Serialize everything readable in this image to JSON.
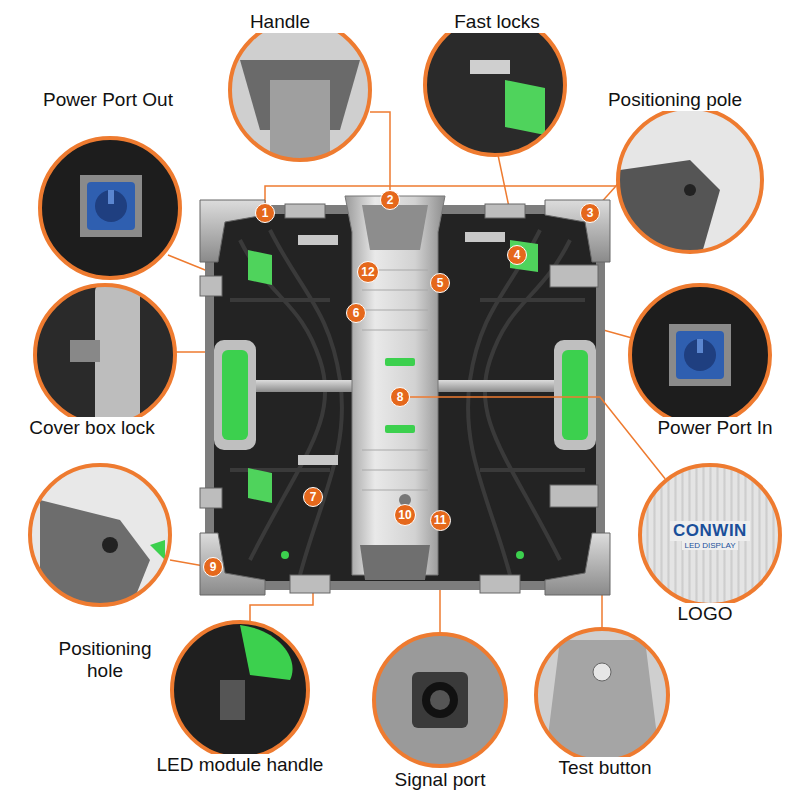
{
  "diagram": {
    "nodes": [
      {
        "text": [
          "1"
        ]
      },
      {
        "text": [
          "2"
        ]
      },
      {
        "text": [
          "3"
        ]
      },
      {
        "text": [
          "4"
        ]
      },
      {
        "text": [
          "5"
        ]
      },
      {
        "text": [
          "6"
        ]
      },
      {
        "text": [
          "7"
        ]
      },
      {
        "text": [
          "8"
        ]
      },
      {
        "text": [
          "9"
        ]
      },
      {
        "text": [
          "10"
        ]
      },
      {
        "text": [
          "11"
        ]
      },
      {
        "text": [
          "12"
        ]
      },
      {
        "text": [
          "CONWIN",
          "LED DISPLAY"
        ]
      }
    ],
    "edges": [
      {
        "from": 7,
        "to": 12,
        "arrow": "none"
      }
    ],
    "labels": [
      "Handle",
      "Fast locks",
      "Power Port Out",
      "Positioning pole",
      "Cover box lock",
      "Power Port In",
      "LOGO",
      "Positioning hole",
      "LED module handle",
      "Signal port",
      "Test button"
    ]
  }
}
